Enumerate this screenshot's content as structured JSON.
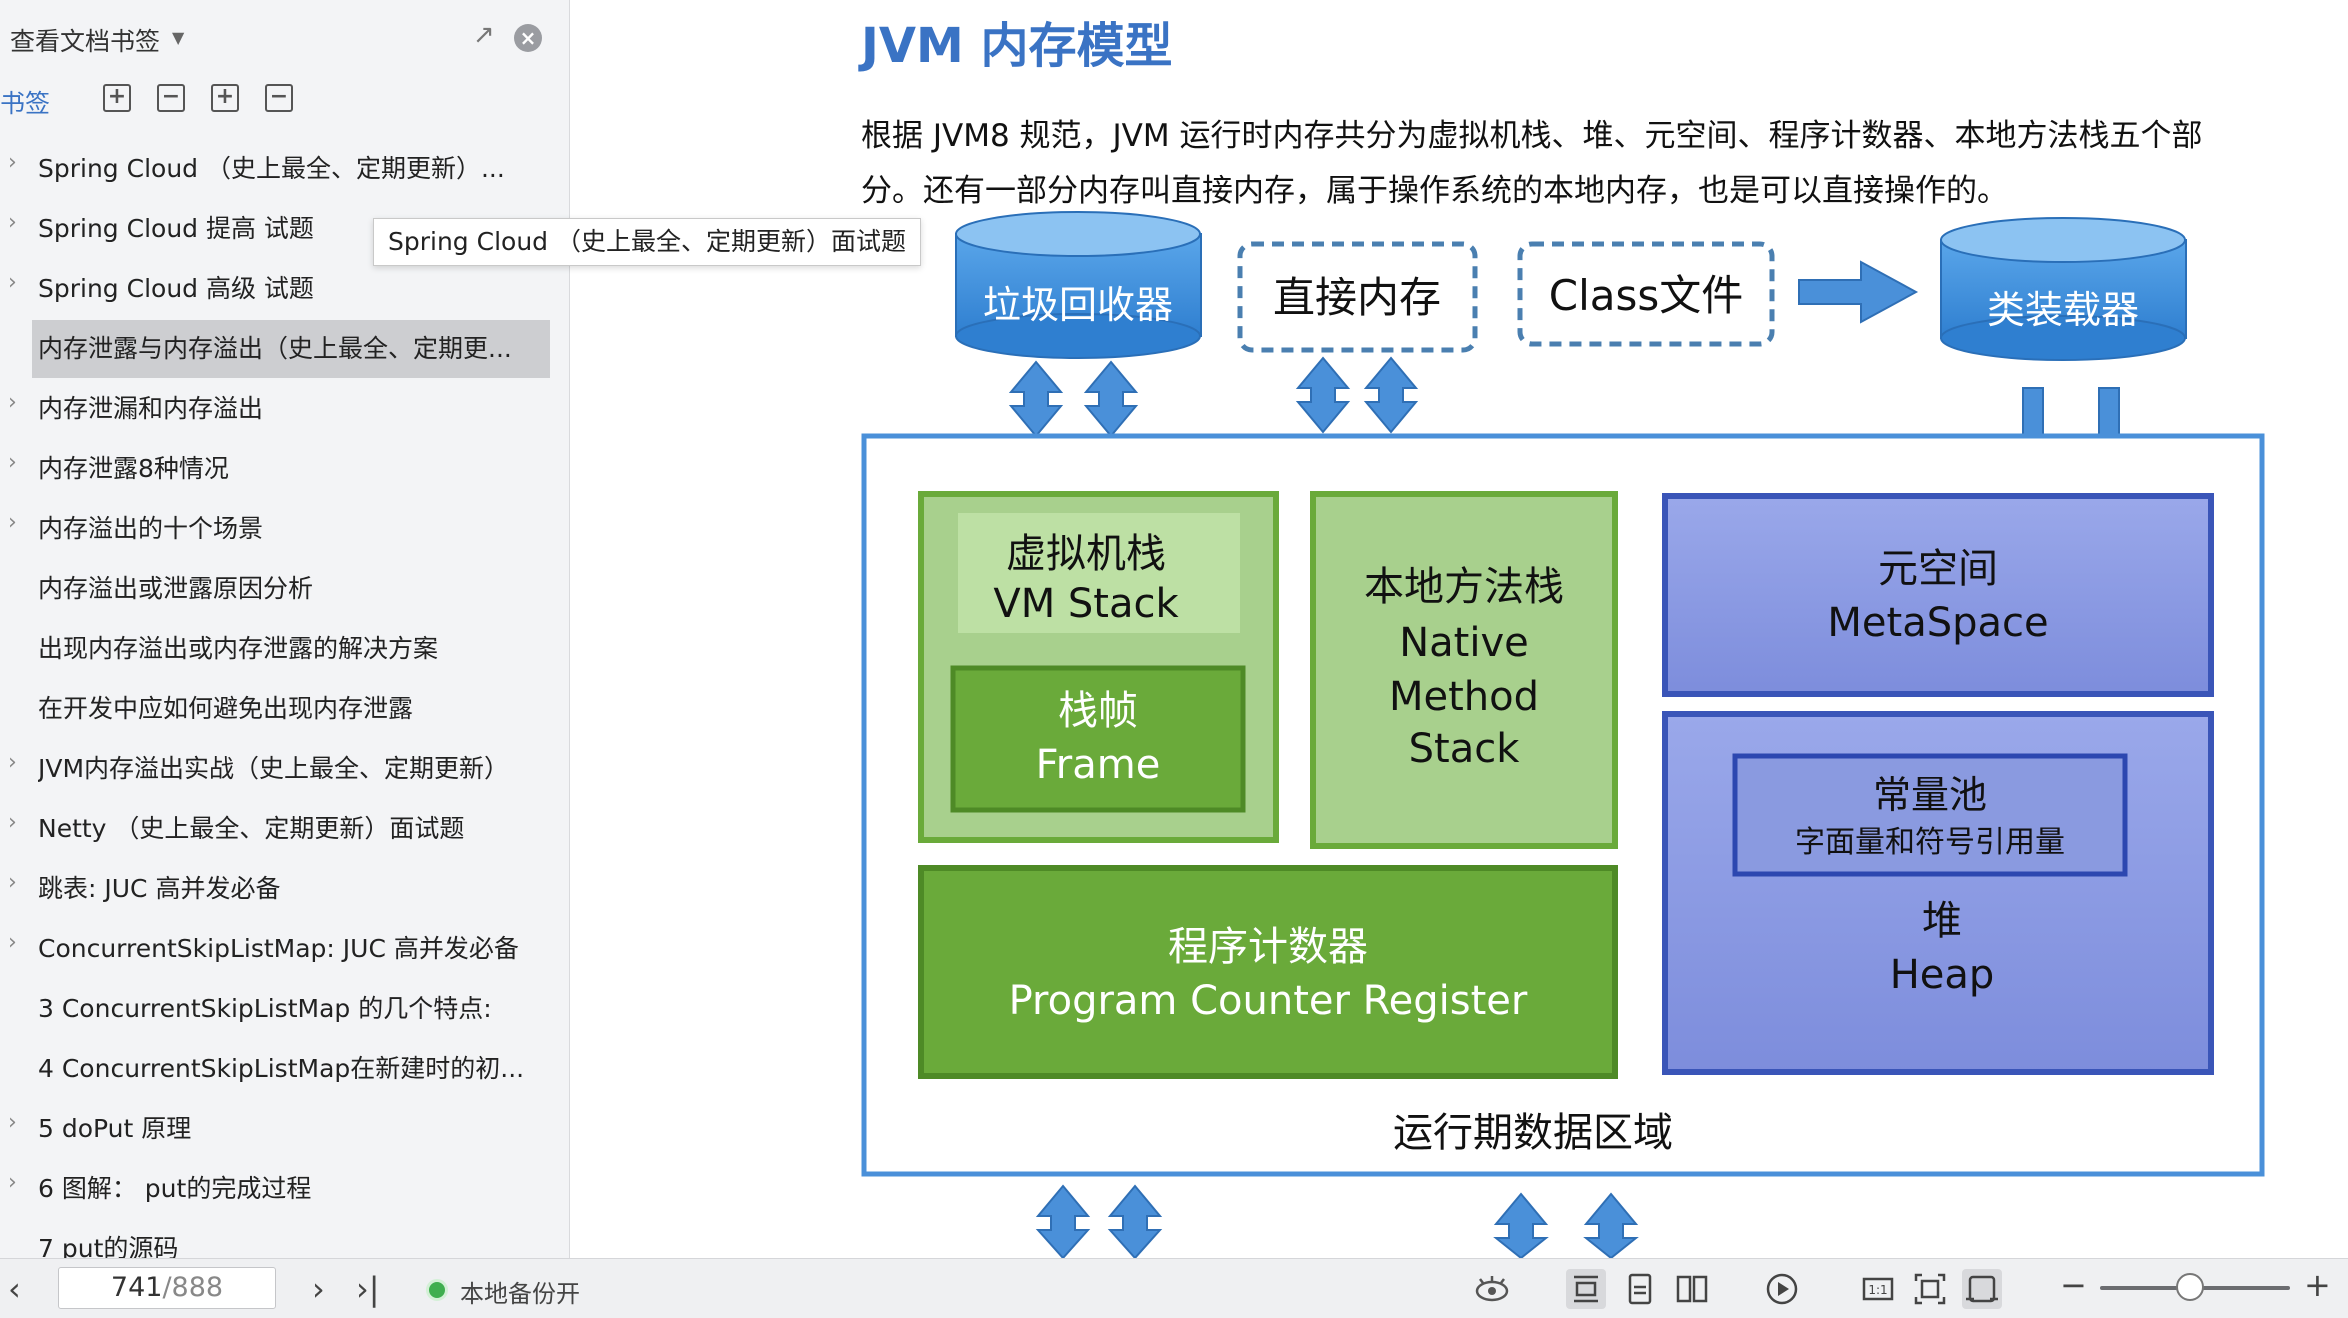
{
  "sidebar": {
    "title": "查看文档书签",
    "bookmark_label": "书签",
    "items": [
      {
        "label": "Spring Cloud （史上最全、定期更新）...",
        "chevron": true
      },
      {
        "label": "Spring Cloud 提高 试题",
        "chevron": true
      },
      {
        "label": "Spring Cloud 高级 试题",
        "chevron": true
      },
      {
        "label": "内存泄露与内存溢出（史上最全、定期更...",
        "chevron": false,
        "selected": true
      },
      {
        "label": "内存泄漏和内存溢出",
        "chevron": true
      },
      {
        "label": "内存泄露8种情况",
        "chevron": true
      },
      {
        "label": "内存溢出的十个场景",
        "chevron": true
      },
      {
        "label": "内存溢出或泄露原因分析",
        "chevron": false
      },
      {
        "label": "出现内存溢出或内存泄露的解决方案",
        "chevron": false
      },
      {
        "label": "在开发中应如何避免出现内存泄露",
        "chevron": false
      },
      {
        "label": "JVM内存溢出实战（史上最全、定期更新）",
        "chevron": true
      },
      {
        "label": "Netty （史上最全、定期更新）面试题",
        "chevron": true
      },
      {
        "label": "跳表: JUC 高并发必备",
        "chevron": true
      },
      {
        "label": "ConcurrentSkipListMap: JUC 高并发必备",
        "chevron": true
      },
      {
        "label": "3 ConcurrentSkipListMap 的几个特点:",
        "chevron": false
      },
      {
        "label": "4 ConcurrentSkipListMap在新建时的初...",
        "chevron": false
      },
      {
        "label": "5 doPut 原理",
        "chevron": true
      },
      {
        "label": "6 图解： put的完成过程",
        "chevron": true
      },
      {
        "label": "7 put的源码",
        "chevron": false
      }
    ],
    "tooltip": "Spring Cloud （史上最全、定期更新）面试题"
  },
  "document": {
    "title": "JVM 内存模型",
    "paragraph_line1": "根据 JVM8 规范，JVM 运行时内存共分为虚拟机栈、堆、元空间、程序计数器、本地方法栈五个部",
    "paragraph_line2": "分。还有一部分内存叫直接内存，属于操作系统的本地内存，也是可以直接操作的。"
  },
  "diagram": {
    "gc_label": "垃圾回收器",
    "direct_memory_label": "直接内存",
    "class_file_label": "Class文件",
    "class_loader_label": "类装载器",
    "vm_stack_cn": "虚拟机栈",
    "vm_stack_en": "VM Stack",
    "frame_cn": "栈帧",
    "frame_en": "Frame",
    "native_cn": "本地方法栈",
    "native_en1": "Native",
    "native_en2": "Method",
    "native_en3": "Stack",
    "metaspace_cn": "元空间",
    "metaspace_en": "MetaSpace",
    "const_pool_cn": "常量池",
    "const_pool_sub": "字面量和符号引用量",
    "heap_cn": "堆",
    "heap_en": "Heap",
    "pc_cn": "程序计数器",
    "pc_en": "Program Counter Register",
    "runtime_area_label": "运行期数据区域",
    "colors": {
      "blue": "#4a90d9",
      "green": "#6aaa3a",
      "lightgreen": "#a8d08d",
      "purple": "#8a9ae0"
    }
  },
  "statusbar": {
    "current_page": "741",
    "total_pages": "/888",
    "backup_label": "本地备份开"
  }
}
